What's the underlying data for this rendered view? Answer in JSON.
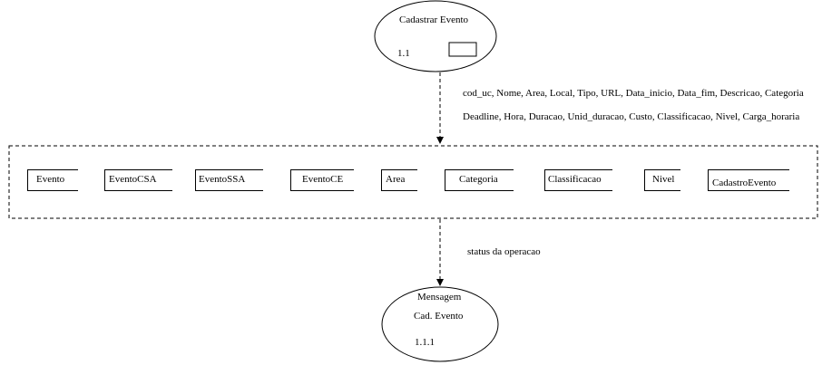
{
  "process_top": {
    "title": "Cadastrar Evento",
    "number": "1.1"
  },
  "flow_in": {
    "line1": "cod_uc, Nome, Area, Local, Tipo, URL, Data_inicio, Data_fim, Descricao, Categoria",
    "line2": "Deadline, Hora, Duracao, Unid_duracao, Custo, Classificacao, Nivel, Carga_horaria"
  },
  "data_stores": [
    {
      "label": "Evento"
    },
    {
      "label": "EventoCSA"
    },
    {
      "label": "EventoSSA"
    },
    {
      "label": "EventoCE"
    },
    {
      "label": "Area"
    },
    {
      "label": "Categoria"
    },
    {
      "label": "Classificacao"
    },
    {
      "label": "Nivel"
    },
    {
      "label": "CadastroEvento"
    }
  ],
  "flow_out": {
    "label": "status da operacao"
  },
  "process_bottom": {
    "title_line1": "Mensagem",
    "title_line2": "Cad. Evento",
    "number": "1.1.1"
  }
}
